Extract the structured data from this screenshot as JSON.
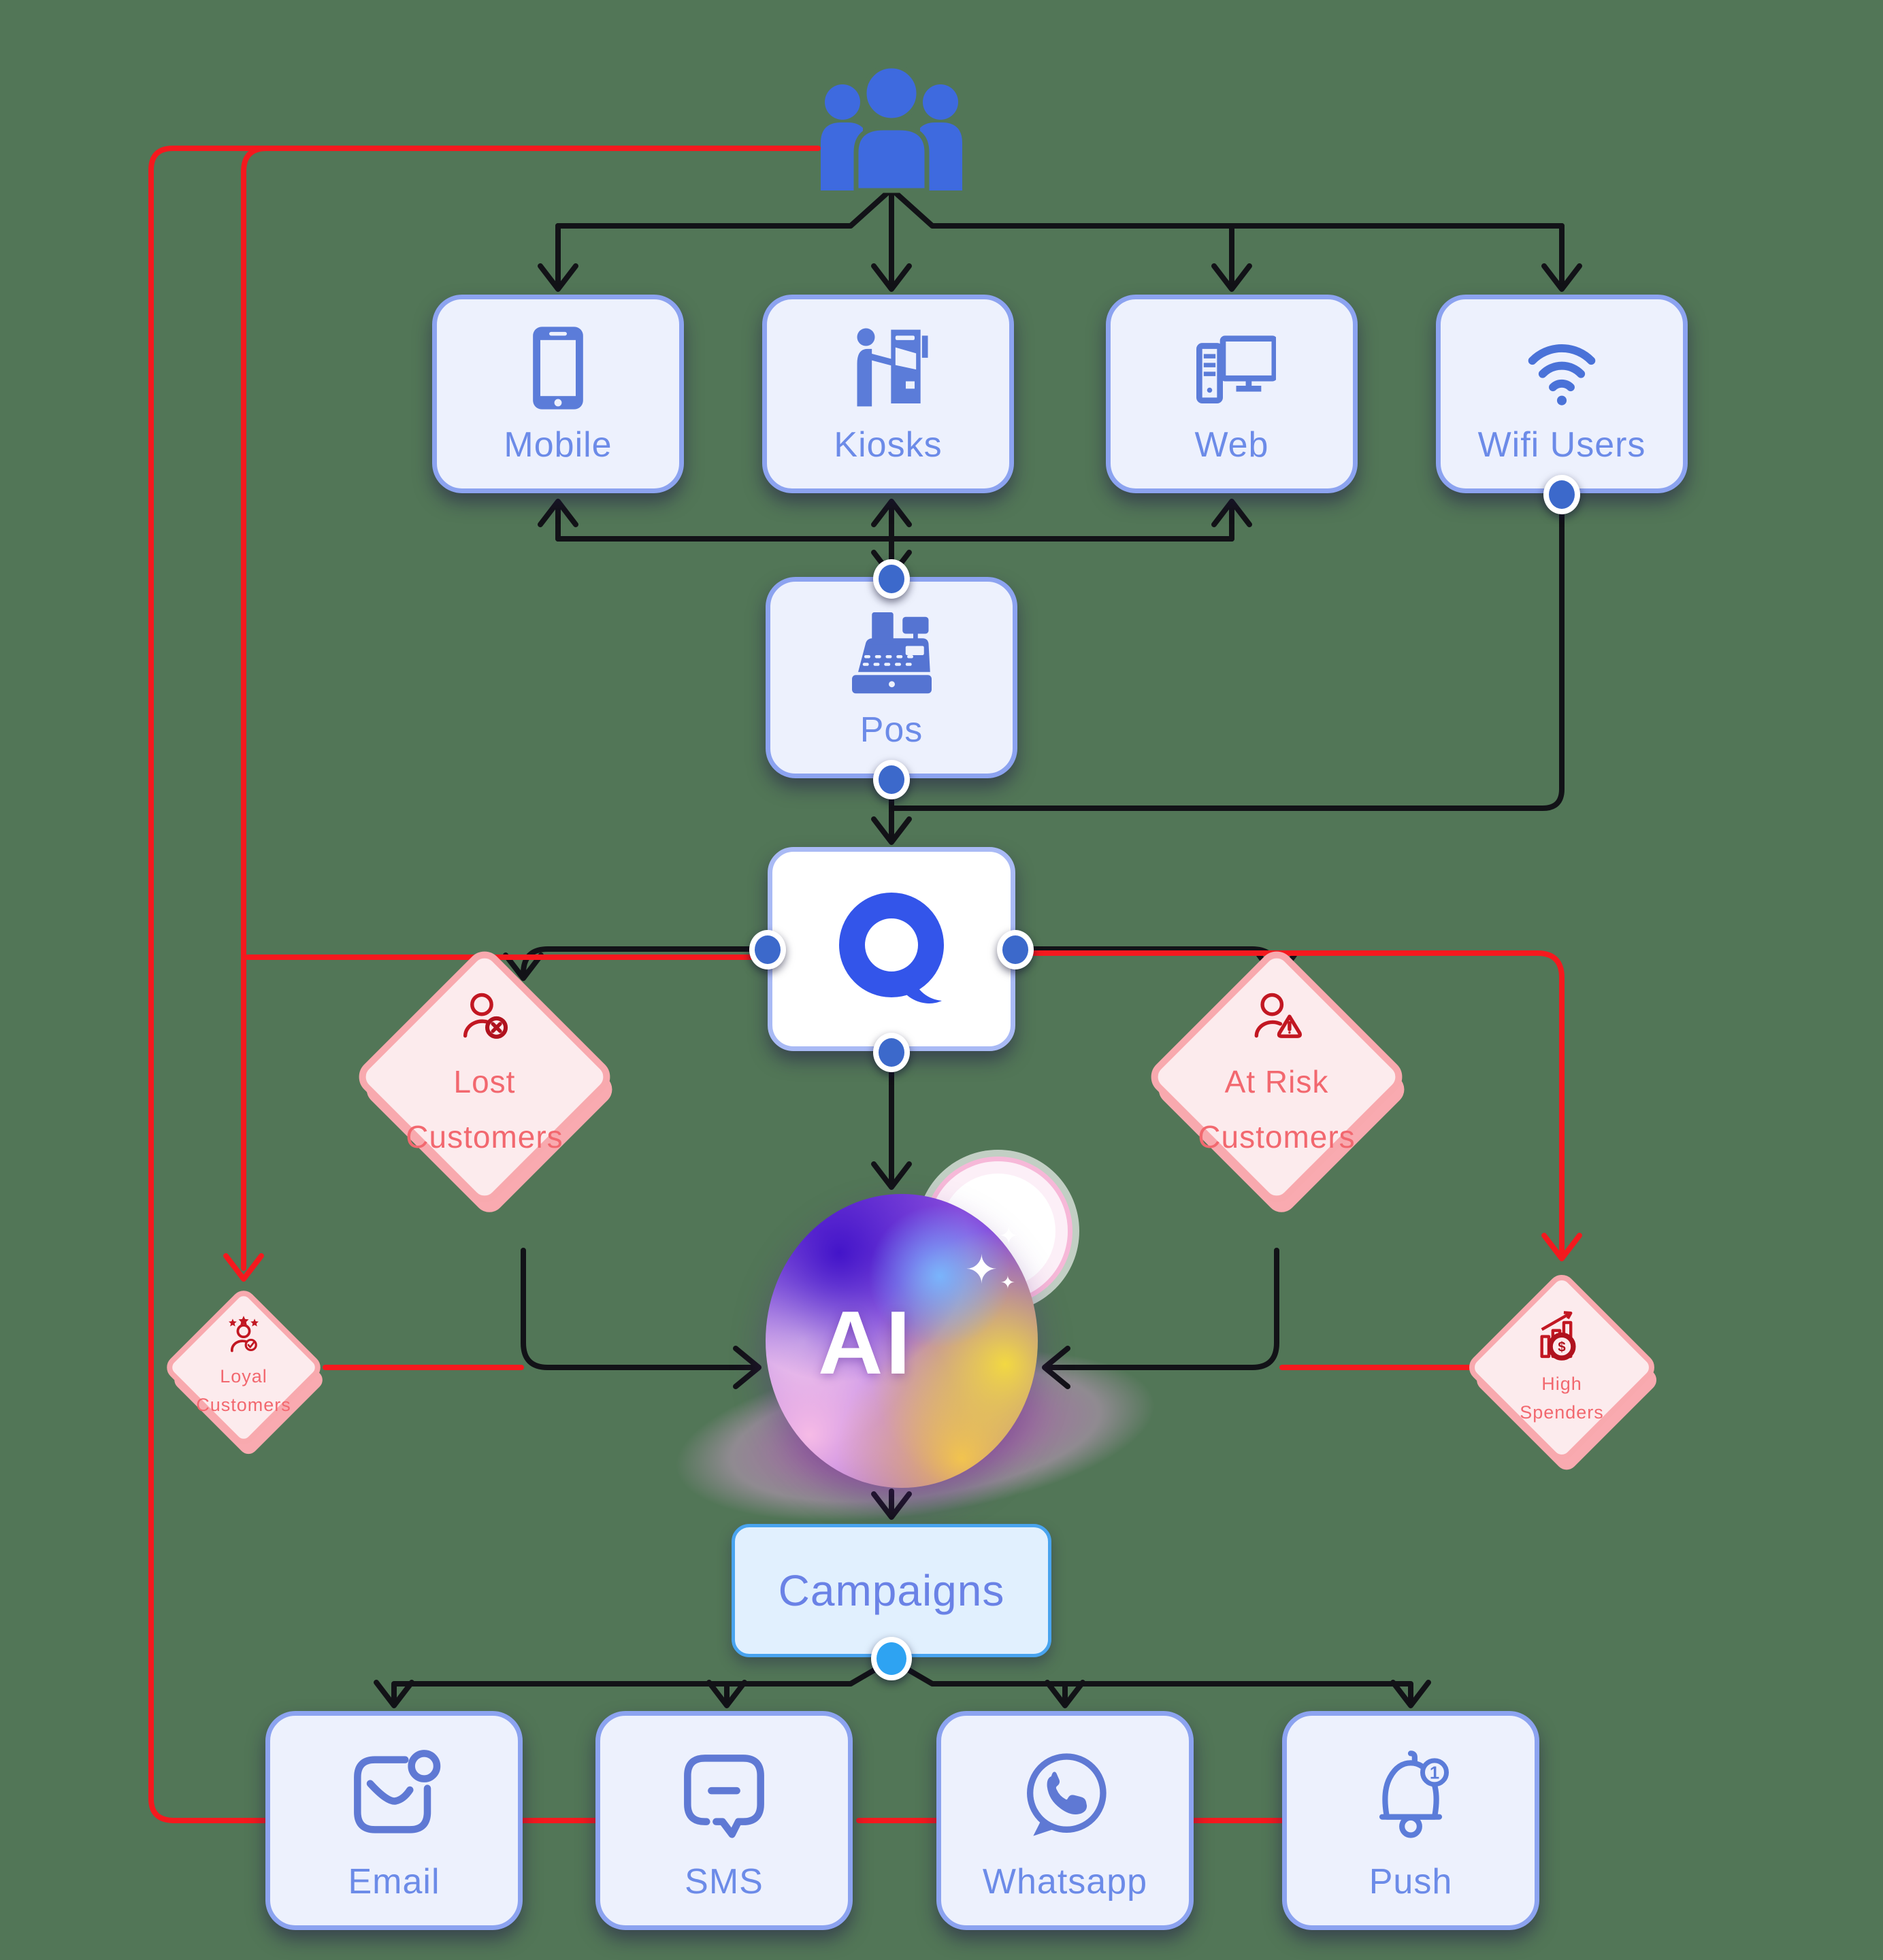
{
  "background_color": "#527657",
  "colors": {
    "black_line": "#121217",
    "red_line": "#F5191E",
    "node_bg": "#EDF1FD",
    "node_border": "#8CA3F0",
    "node_label": "#6C8BE8",
    "node_icon_blue": "#5B7CD9",
    "people_icon_blue": "#3E6ADF",
    "q_logo_blue": "#3355EA",
    "diamond_bg": "#FCEBED",
    "diamond_border": "#F8A9AE",
    "diamond_label": "#F2686F",
    "diamond_icon_red": "#C21722",
    "campaigns_bg": "#E1F0FE",
    "campaigns_border": "#49A4EF",
    "connector_dot": "#3C69CB",
    "campaigns_dot": "#2EA3F2"
  },
  "nodes": {
    "people": {
      "icon": "people-group-icon"
    },
    "channels_in": [
      {
        "label": "Mobile",
        "icon": "smartphone-icon"
      },
      {
        "label": "Kiosks",
        "icon": "kiosk-icon"
      },
      {
        "label": "Web",
        "icon": "desktop-computer-icon"
      },
      {
        "label": "Wifi Users",
        "icon": "wifi-icon"
      }
    ],
    "pos": {
      "label": "Pos",
      "icon": "cash-register-icon"
    },
    "platform": {
      "icon": "q-chat-logo"
    },
    "lost": {
      "label": "Lost Customers",
      "icon": "person-x-icon"
    },
    "at_risk": {
      "label": "At Risk Customers",
      "icon": "person-warning-icon"
    },
    "loyal": {
      "label": "Loyal Customers",
      "icon": "person-star-icon"
    },
    "high_spenders": {
      "label": "High Spenders",
      "icon": "chart-dollar-icon",
      "coin_symbol": "$"
    },
    "ai": {
      "label": "AI"
    },
    "campaigns": {
      "label": "Campaigns"
    },
    "channels_out": [
      {
        "label": "Email",
        "icon": "email-icon"
      },
      {
        "label": "SMS",
        "icon": "sms-icon"
      },
      {
        "label": "Whatsapp",
        "icon": "whatsapp-icon"
      },
      {
        "label": "Push",
        "icon": "push-bell-icon",
        "badge": "1"
      }
    ]
  }
}
